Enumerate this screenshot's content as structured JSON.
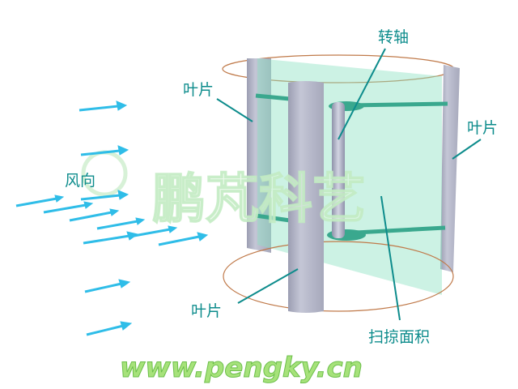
{
  "labels": {
    "shaft": "转轴",
    "blade_top_left": "叶片",
    "blade_right": "叶片",
    "blade_bottom": "叶片",
    "wind_direction": "风向",
    "swept_area": "扫掠面积"
  },
  "watermark": {
    "text": "鹏芃科艺",
    "logo": "鹏",
    "url": "www.pengky.cn"
  },
  "colors": {
    "label": "#0d8c8c",
    "arrow": "#2fbde8",
    "blade": "#b4b6c8",
    "swept_plane": "#8fe3c3",
    "ring": "#c07a4a",
    "arm": "#3aa88e"
  }
}
